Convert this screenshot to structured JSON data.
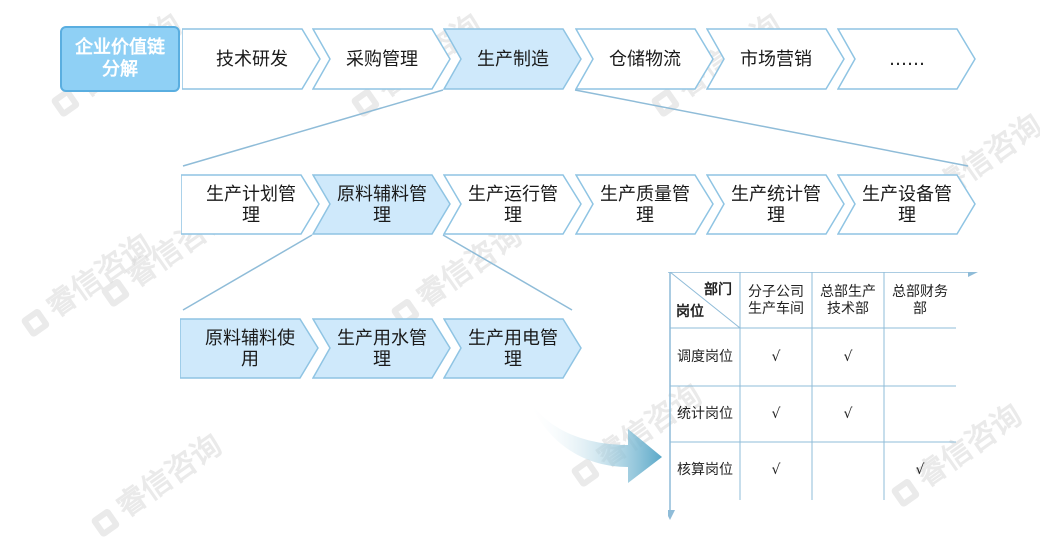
{
  "header_box": {
    "line1": "企业价值链",
    "line2": "分解"
  },
  "level1": [
    "技术研发",
    "采购管理",
    "生产制造",
    "仓储物流",
    "市场营销",
    "……"
  ],
  "level2": [
    {
      "line1": "生产计划管",
      "line2": "理"
    },
    {
      "line1": "原料辅料管",
      "line2": "理"
    },
    {
      "line1": "生产运行管",
      "line2": "理"
    },
    {
      "line1": "生产质量管",
      "line2": "理"
    },
    {
      "line1": "生产统计管",
      "line2": "理"
    },
    {
      "line1": "生产设备管",
      "line2": "理"
    }
  ],
  "level3": [
    {
      "line1": "原料辅料使",
      "line2": "用"
    },
    {
      "line1": "生产用水管",
      "line2": "理"
    },
    {
      "line1": "生产用电管",
      "line2": "理"
    }
  ],
  "matrix": {
    "corner_top": "部门",
    "corner_bottom": "岗位",
    "columns": [
      {
        "line1": "分子公司",
        "line2": "生产车间"
      },
      {
        "line1": "总部生产",
        "line2": "技术部"
      },
      {
        "line1": "总部财务",
        "line2": "部"
      }
    ],
    "rows": [
      {
        "label": "调度岗位",
        "marks": [
          "√",
          "√",
          ""
        ]
      },
      {
        "label": "统计岗位",
        "marks": [
          "√",
          "√",
          ""
        ]
      },
      {
        "label": "核算岗位",
        "marks": [
          "√",
          "",
          "√"
        ]
      }
    ]
  },
  "watermark": "睿信咨询",
  "colors": {
    "highlight_fill": "#cfe9fb",
    "normal_fill": "#ffffff",
    "border": "#8fc4e3",
    "header_fill": "#8fd0f5",
    "line": "#8fbcd8",
    "arrow": "#5aa8c8"
  }
}
